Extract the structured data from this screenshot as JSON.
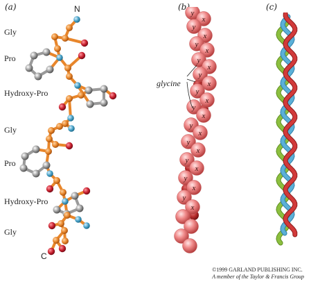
{
  "panels": {
    "a": "(a)",
    "b": "(b)",
    "c": "(c)"
  },
  "panel_a": {
    "n_terminus": "N",
    "c_terminus": "C",
    "residues": [
      "Gly",
      "Pro",
      "Hydroxy-Pro",
      "Gly",
      "Pro",
      "Hydroxy-Pro",
      "Gly"
    ]
  },
  "panel_b": {
    "annotation": "glycine",
    "sphere_letters": [
      "y",
      "x",
      "y",
      "x",
      "y",
      "x",
      "y",
      "x",
      "y",
      "x",
      "y",
      "x",
      "y",
      "x",
      "y",
      "x",
      "y",
      "x",
      "y",
      "x",
      "y",
      "x",
      "y",
      "x"
    ]
  },
  "colors": {
    "carbon": "#e8862b",
    "nitrogen": "#4aa3c8",
    "oxygen": "#c9202f",
    "ring": "#8a8a8a",
    "sphere": "#f08a8a",
    "helix_red": "#d23a3a",
    "helix_blue": "#5bb0d8",
    "helix_green": "#8cbf3f"
  },
  "copyright": {
    "line1": "©1999 GARLAND PUBLISHING INC.",
    "line2": "A member of the Taylor & Francis Group"
  }
}
